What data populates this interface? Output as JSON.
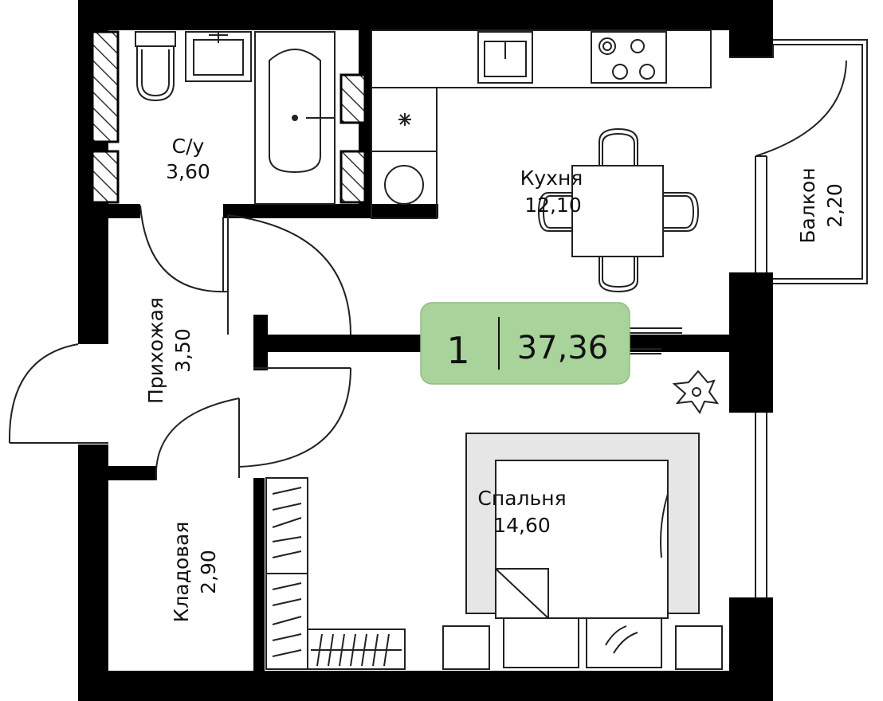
{
  "plan": {
    "rooms": {
      "bathroom": {
        "name": "С/у",
        "area": "3,60"
      },
      "kitchen": {
        "name": "Кухня",
        "area": "12,10"
      },
      "balcony": {
        "name": "Балкон",
        "area": "2,20"
      },
      "hallway": {
        "name": "Прихожая",
        "area": "3,50"
      },
      "storage": {
        "name": "Кладовая",
        "area": "2,90"
      },
      "bedroom": {
        "name": "Спальня",
        "area": "14,60"
      }
    },
    "badge": {
      "rooms_count": "1",
      "total_area": "37,36",
      "color": "#a8d39a"
    },
    "colors": {
      "wall": "#000000",
      "line": "#222222",
      "hatch": "#333333",
      "bed_frame": "#e6e6e6"
    }
  }
}
